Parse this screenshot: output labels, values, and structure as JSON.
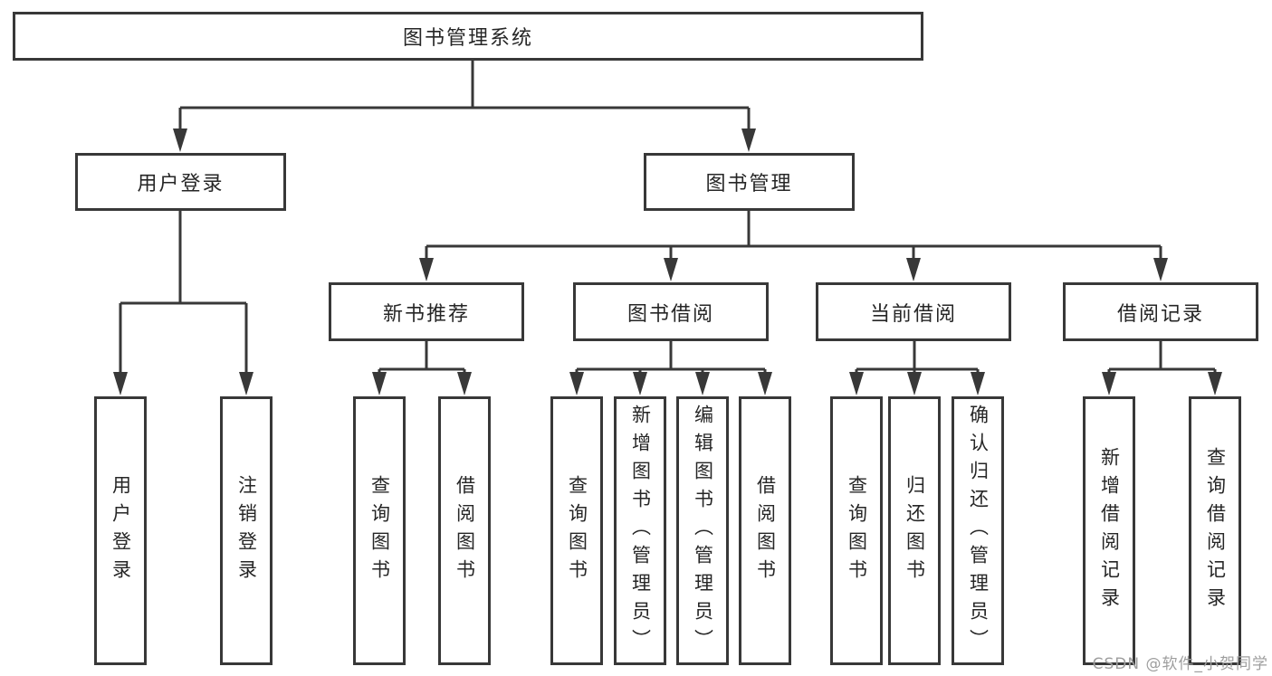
{
  "tree": {
    "root": {
      "label": "图书管理系统"
    },
    "branches": [
      {
        "label": "用户登录",
        "children": [
          {
            "label": "用户登录"
          },
          {
            "label": "注销登录"
          }
        ]
      },
      {
        "label": "图书管理",
        "children": [
          {
            "label": "新书推荐",
            "children": [
              {
                "label": "查询图书"
              },
              {
                "label": "借阅图书"
              }
            ]
          },
          {
            "label": "图书借阅",
            "children": [
              {
                "label": "查询图书"
              },
              {
                "label": "新增图书（管理员）"
              },
              {
                "label": "编辑图书（管理员）"
              },
              {
                "label": "借阅图书"
              }
            ]
          },
          {
            "label": "当前借阅",
            "children": [
              {
                "label": "查询图书"
              },
              {
                "label": "归还图书"
              },
              {
                "label": "确认归还（管理员）"
              }
            ]
          },
          {
            "label": "借阅记录",
            "children": [
              {
                "label": "新增借阅记录"
              },
              {
                "label": "查询借阅记录"
              }
            ]
          }
        ]
      }
    ]
  },
  "watermark": "CSDN @软件_小贺同学",
  "colors": {
    "line": "#383838",
    "border": "#383838",
    "text": "#262626",
    "watermark": "#9e9e9e",
    "background": "#ffffff"
  }
}
